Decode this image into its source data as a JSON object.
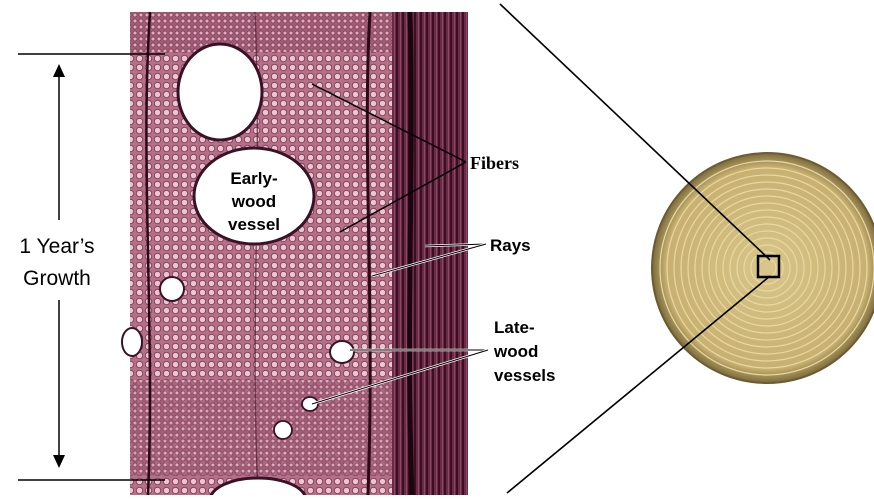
{
  "growth_label": {
    "line1": "1 Year’s",
    "line2": "Growth"
  },
  "vessel_label": {
    "line1": "Early-",
    "line2": "wood",
    "line3": "vessel"
  },
  "fibers_label": "Fibers",
  "rays_label": "Rays",
  "latewood_label": {
    "line1": "Late-",
    "line2": "wood",
    "line3": "vessels"
  },
  "colors": {
    "tissue": "#b56f86",
    "tissue_dark": "#8a4a62",
    "bark": "#5a1f38",
    "vessel": "#ffffff",
    "log_face": "#cdb97a",
    "log_rim": "#7b6a3c",
    "ring_line": "#e3d6a0"
  }
}
